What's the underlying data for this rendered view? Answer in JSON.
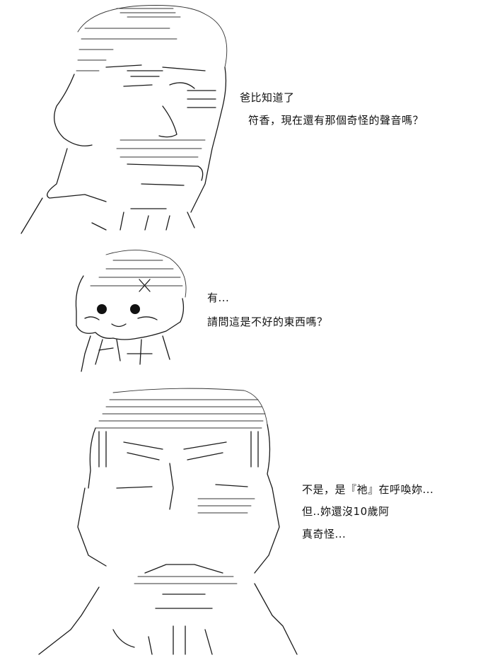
{
  "panels": [
    {
      "character": "father",
      "lines": [
        "爸比知道了",
        "符香，現在還有那個奇怪的聲音嗎？"
      ]
    },
    {
      "character": "child",
      "lines": [
        "有...",
        "請問這是不好的東西嗎？"
      ]
    },
    {
      "character": "father",
      "lines": [
        "不是，是『祂』在呼喚妳...",
        "但..妳還沒10歲阿",
        "真奇怪..."
      ]
    }
  ]
}
